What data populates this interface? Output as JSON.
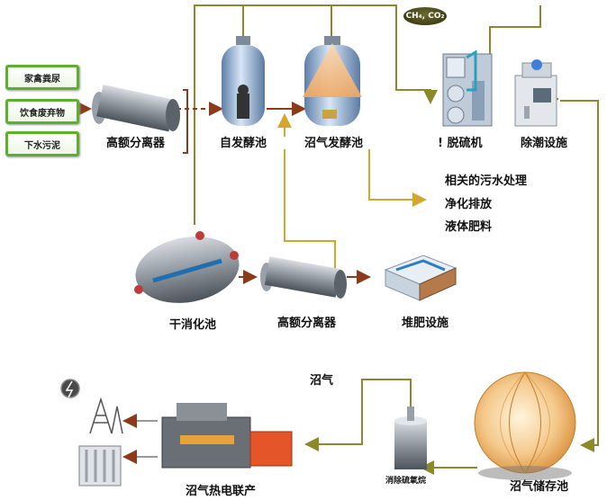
{
  "inputs": [
    "家禽粪尿",
    "饮食废弃物",
    "下水污泥"
  ],
  "gas_badge": "CH₄, CO₂",
  "labels": {
    "separator_top": "高额分离器",
    "spontaneous_tank": "自发酵池",
    "biogas_tank": "沼气发酵池",
    "desulfurizer": "脱硫机",
    "dehumidifier": "除潮设施",
    "digester_dry": "干消化池",
    "separator_bottom": "高额分离器",
    "compost": "堆肥设施",
    "biogas_storage": "沼气储存池",
    "desulfur_device": "消除硫氧烷",
    "chp": "沼气热电联产",
    "biogas": "沼气"
  },
  "outputs": [
    "相关的污水处理",
    "净化排放",
    "液体肥料"
  ],
  "colors": {
    "line_green": "#8a8a2a",
    "line_yellow": "#d4a62a",
    "arrow_brown": "#8b3a1a",
    "tank_blue": "#8fb4dc",
    "storage_orange": "#f3c98a"
  }
}
